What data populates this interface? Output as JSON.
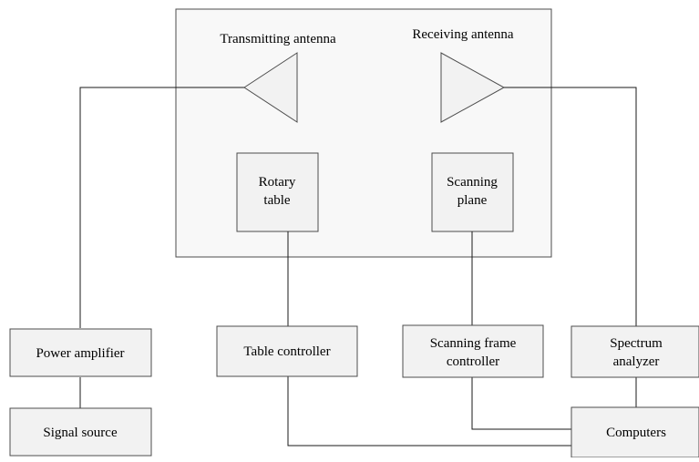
{
  "colors": {
    "box_fill_light": "#f8f8f8",
    "box_fill": "#f2f2f2",
    "stroke": "#4d4d4d",
    "line": "#1a1a1a",
    "text": "#000000"
  },
  "antennas": {
    "transmitting_label": "Transmitting antenna",
    "receiving_label": "Receiving antenna"
  },
  "chamber": {
    "rotary_table": {
      "line1": "Rotary",
      "line2": "table"
    },
    "scanning_plane": {
      "line1": "Scanning",
      "line2": "plane"
    }
  },
  "devices": {
    "power_amplifier": "Power amplifier",
    "signal_source": "Signal source",
    "table_controller": "Table controller",
    "scanning_frame_controller": {
      "line1": "Scanning frame",
      "line2": "controller"
    },
    "spectrum_analyzer": {
      "line1": "Spectrum",
      "line2": "analyzer"
    },
    "computers": "Computers"
  }
}
